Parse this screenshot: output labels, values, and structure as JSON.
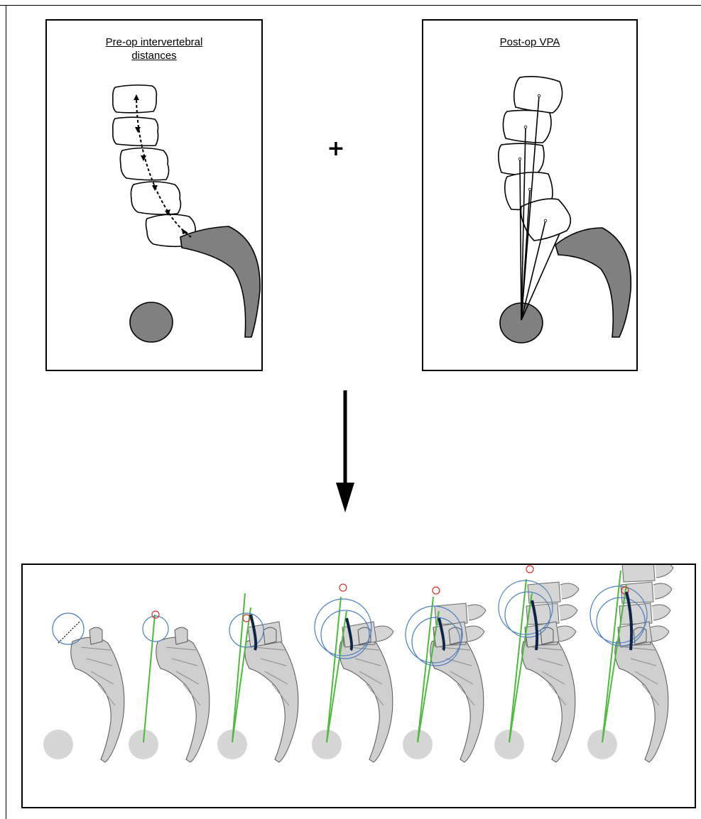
{
  "panels": {
    "left": {
      "title_line1": "Pre-op intervertebral",
      "title_line2": "distances"
    },
    "right": {
      "title": "Post-op VPA"
    }
  },
  "operator": "+",
  "steps": [
    {
      "step": 1,
      "green_lines": 0,
      "blue_circles": 1,
      "red_markers": 0,
      "rod": false
    },
    {
      "step": 2,
      "green_lines": 1,
      "blue_circles": 1,
      "red_markers": 1,
      "rod": false
    },
    {
      "step": 3,
      "green_lines": 2,
      "blue_circles": 1,
      "red_markers": 1,
      "rod": true
    },
    {
      "step": 4,
      "green_lines": 2,
      "blue_circles": 2,
      "red_markers": 1,
      "rod": true
    },
    {
      "step": 5,
      "green_lines": 2,
      "blue_circles": 2,
      "red_markers": 1,
      "rod": true
    },
    {
      "step": 6,
      "green_lines": 2,
      "blue_circles": 2,
      "red_markers": 1,
      "rod": true
    },
    {
      "step": 7,
      "green_lines": 2,
      "blue_circles": 2,
      "red_markers": 1,
      "rod": true
    }
  ],
  "colors": {
    "line": "#000000",
    "fill_gray": "#808080",
    "light_gray": "#d6d6d6",
    "green": "#4cbb3a",
    "blue": "#4a7fc1",
    "red": "#d9302c",
    "rod": "#0d2548"
  }
}
